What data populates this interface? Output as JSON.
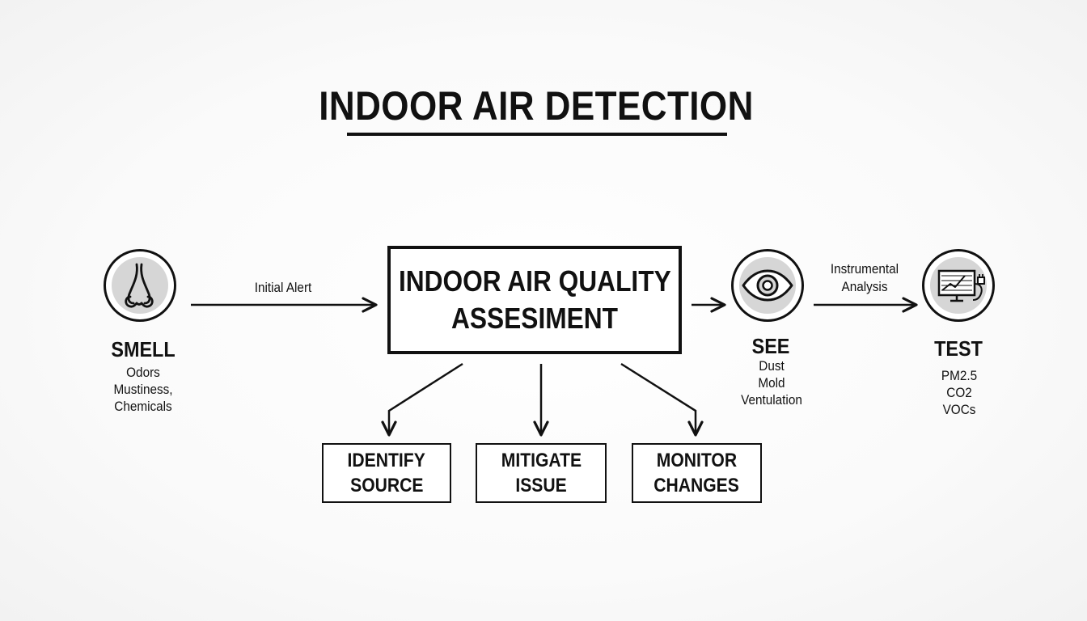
{
  "title": "INDOOR AIR DETECTION",
  "center": {
    "line1": "INDOOR AIR QUALITY",
    "line2": "ASSESIMENT"
  },
  "nodes": {
    "smell": {
      "title": "SMELL",
      "icon": "nose-icon",
      "items": [
        "Odors",
        "Mustiness,",
        "Chemicals"
      ]
    },
    "see": {
      "title": "SEE",
      "icon": "eye-icon",
      "items": [
        "Dust",
        "Mold",
        "Ventulation"
      ]
    },
    "test": {
      "title": "TEST",
      "icon": "monitor-chart-icon",
      "items": [
        "PM2.5",
        "CO2",
        "VOCs"
      ]
    }
  },
  "edges": {
    "smell_to_center": "Initial Alert",
    "see_to_test_line1": "Instrumental",
    "see_to_test_line2": "Analysis"
  },
  "actions": {
    "identify": {
      "line1": "IDENTIFY",
      "line2": "SOURCE"
    },
    "mitigate": {
      "line1": "MITIGATE",
      "line2": "ISSUE"
    },
    "monitor": {
      "line1": "MONITOR",
      "line2": "CHANGES"
    }
  },
  "colors": {
    "ink": "#111111",
    "icon_fill": "#d6d6d6",
    "background": "#fbfbfb"
  }
}
